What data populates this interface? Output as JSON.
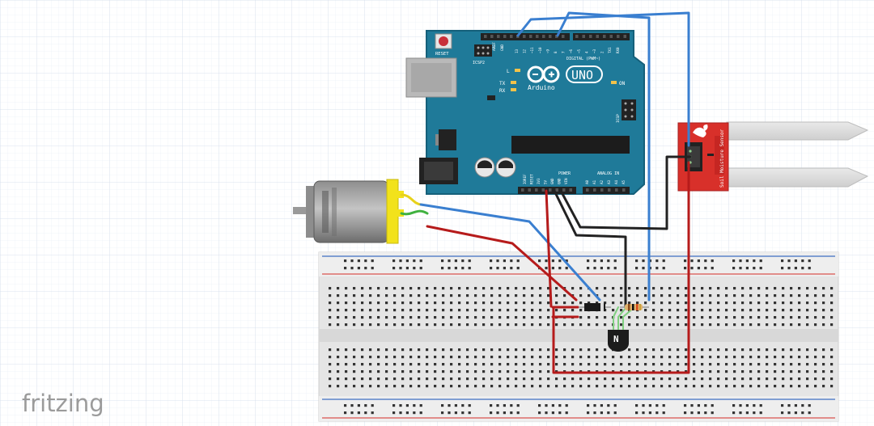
{
  "app": {
    "brand": "fritzing"
  },
  "arduino": {
    "reset_label": "RESET",
    "icsp2_label": "ICSP2",
    "icsp_label": "ICSP",
    "aref_label": "AREF",
    "gnd_label": "GND",
    "digital_label": "DIGITAL (PWM~)",
    "power_label": "POWER",
    "analog_label": "ANALOG IN",
    "led_l": "L",
    "led_tx": "TX",
    "led_rx": "RX",
    "on_label": "ON",
    "logo_sub": "Arduino",
    "uno_label": "UNO",
    "power_pins": [
      "IOREF",
      "RESET",
      "3V3",
      "5V",
      "GND",
      "GND",
      "VIN"
    ],
    "analog_pins": [
      "A0",
      "A1",
      "A2",
      "A3",
      "A4",
      "A5"
    ],
    "digital_pins": [
      "13",
      "12",
      "~11",
      "~10",
      "~9",
      "8",
      "7",
      "~6",
      "~5",
      "4",
      "~3",
      "2",
      "TX1",
      "RX0"
    ]
  },
  "sensor": {
    "label": "Soil Moisture Sensor"
  },
  "transistor": {
    "label": "N"
  },
  "colors": {
    "arduino_board": "#1f7a99",
    "arduino_edge": "#15607a",
    "sensor_board": "#d8302a",
    "wire_blue": "#3a7fd0",
    "wire_red": "#b61b1b",
    "wire_black": "#222222",
    "wire_green": "#3fb13f",
    "wire_yellow": "#e8d21a",
    "rail_red": "#d9534f",
    "rail_blue": "#3f6fc1",
    "motor_cap": "#f2e21b",
    "grid": "#dfe7f3"
  }
}
